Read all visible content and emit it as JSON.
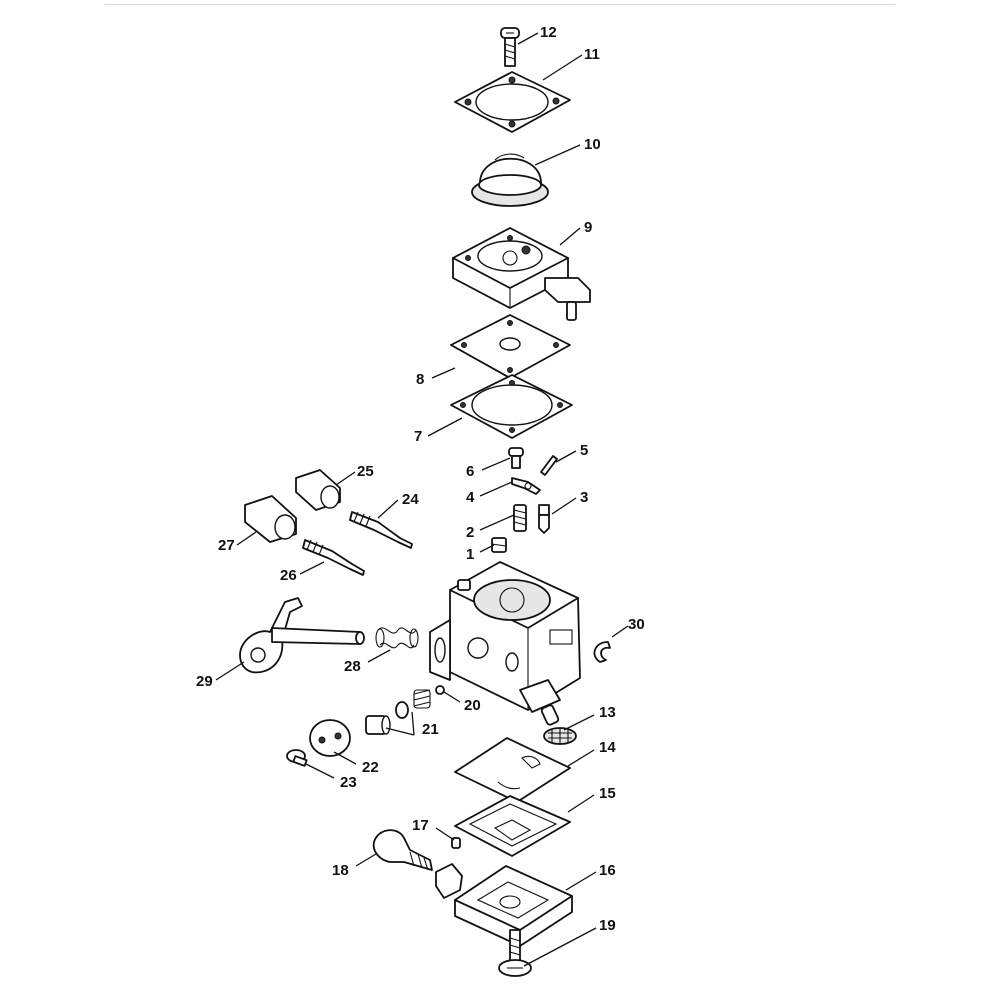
{
  "callouts": [
    {
      "id": "12",
      "text": "12"
    },
    {
      "id": "11",
      "text": "11"
    },
    {
      "id": "10",
      "text": "10"
    },
    {
      "id": "9",
      "text": "9"
    },
    {
      "id": "8",
      "text": "8"
    },
    {
      "id": "7",
      "text": "7"
    },
    {
      "id": "6",
      "text": "6"
    },
    {
      "id": "5",
      "text": "5"
    },
    {
      "id": "4",
      "text": "4"
    },
    {
      "id": "3",
      "text": "3"
    },
    {
      "id": "2",
      "text": "2"
    },
    {
      "id": "1",
      "text": "1"
    },
    {
      "id": "25",
      "text": "25"
    },
    {
      "id": "24",
      "text": "24"
    },
    {
      "id": "27",
      "text": "27"
    },
    {
      "id": "26",
      "text": "26"
    },
    {
      "id": "30",
      "text": "30"
    },
    {
      "id": "28",
      "text": "28"
    },
    {
      "id": "29",
      "text": "29"
    },
    {
      "id": "20",
      "text": "20"
    },
    {
      "id": "21",
      "text": "21"
    },
    {
      "id": "13",
      "text": "13"
    },
    {
      "id": "14",
      "text": "14"
    },
    {
      "id": "22",
      "text": "22"
    },
    {
      "id": "23",
      "text": "23"
    },
    {
      "id": "15",
      "text": "15"
    },
    {
      "id": "17",
      "text": "17"
    },
    {
      "id": "18",
      "text": "18"
    },
    {
      "id": "16",
      "text": "16"
    },
    {
      "id": "19",
      "text": "19"
    }
  ],
  "colors": {
    "ink": "#111111",
    "background": "#ffffff"
  }
}
